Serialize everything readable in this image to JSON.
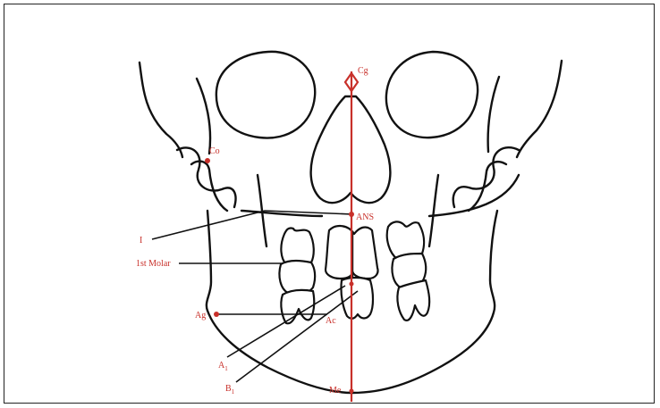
{
  "diagram": {
    "landmarks": {
      "cg": "Cg",
      "co": "Co",
      "ans": "ANS",
      "i": "I",
      "first_molar": "1st Molar",
      "ag": "Ag",
      "ac": "Ac",
      "a1": "A",
      "a1_sub": "1",
      "b1": "B",
      "b1_sub": "1",
      "me": "Me"
    },
    "colors": {
      "landmark": "#c8302a",
      "outline": "#111111"
    }
  }
}
